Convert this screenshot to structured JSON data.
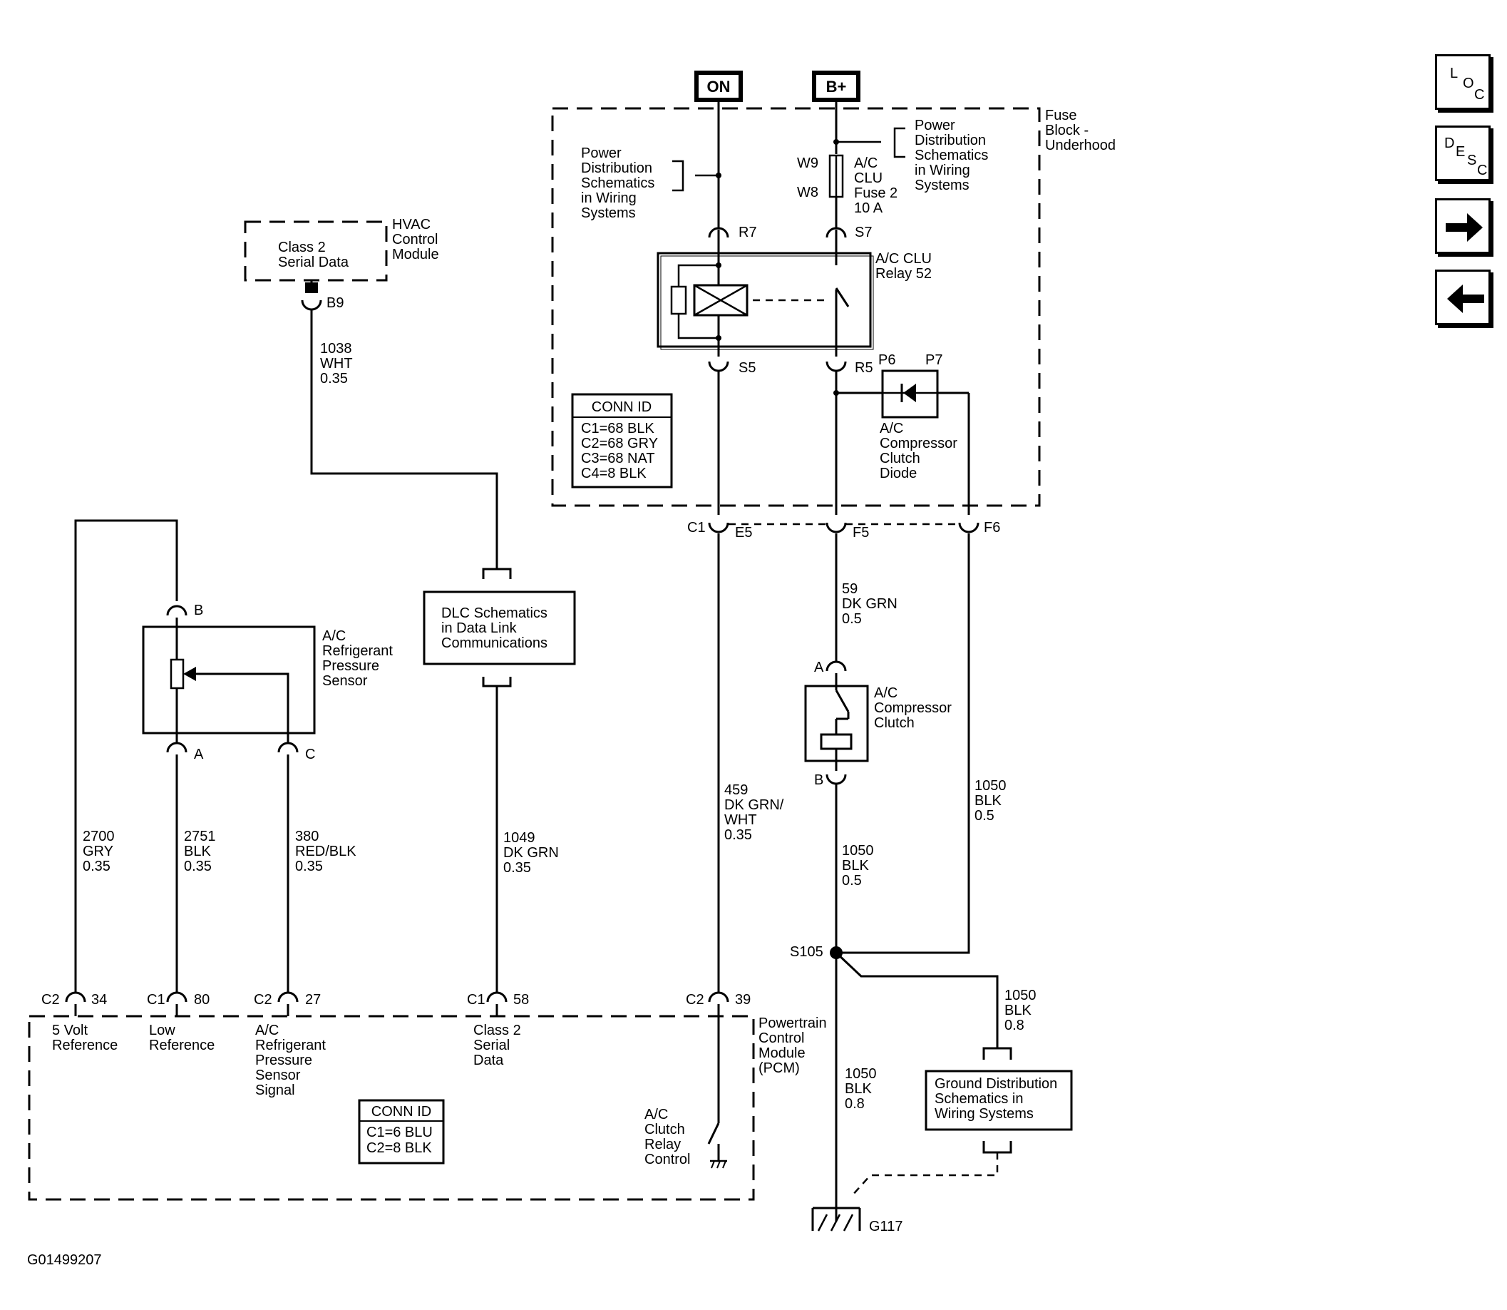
{
  "nav": {
    "loc": {
      "l1": "L",
      "l2": "O",
      "l3": "C"
    },
    "desc": {
      "l1": "D",
      "l2": "E",
      "l3": "S",
      "l4": "C"
    }
  },
  "power": {
    "on": "ON",
    "bplus": "B+"
  },
  "fuse_block": {
    "title": [
      "Fuse",
      "Block -",
      "Underhood"
    ],
    "pd_left": [
      "Power",
      "Distribution",
      "Schematics",
      "in Wiring",
      "Systems"
    ],
    "pd_right": [
      "Power",
      "Distribution",
      "Schematics",
      "in Wiring",
      "Systems"
    ],
    "w9": "W9",
    "w8": "W8",
    "fuse_label": [
      "A/C",
      "CLU",
      "Fuse 2",
      "10 A"
    ],
    "r7": "R7",
    "s7": "S7",
    "s5": "S5",
    "r5": "R5",
    "p6": "P6",
    "p7": "P7",
    "relay_label": [
      "A/C CLU",
      "Relay 52"
    ],
    "diode_label": [
      "A/C",
      "Compressor",
      "Clutch",
      "Diode"
    ],
    "conn_id": {
      "title": "CONN ID",
      "rows": [
        "C1=68 BLK",
        "C2=68 GRY",
        "C3=68 NAT",
        "C4=8 BLK"
      ]
    },
    "c1": "C1",
    "e5": "E5",
    "f5": "F5",
    "f6": "F6"
  },
  "hvac": {
    "box_text": [
      "Class 2",
      "Serial Data"
    ],
    "label": [
      "HVAC",
      "Control",
      "Module"
    ],
    "pin": "B9"
  },
  "wires": {
    "w1038": [
      "1038",
      "WHT",
      "0.35"
    ],
    "w2700": [
      "2700",
      "GRY",
      "0.35"
    ],
    "w2751": [
      "2751",
      "BLK",
      "0.35"
    ],
    "w380": [
      "380",
      "RED/BLK",
      "0.35"
    ],
    "w1049": [
      "1049",
      "DK GRN",
      "0.35"
    ],
    "w459": [
      "459",
      "DK GRN/",
      "WHT",
      "0.35"
    ],
    "w59": [
      "59",
      "DK GRN",
      "0.5"
    ],
    "w1050a": [
      "1050",
      "BLK",
      "0.5"
    ],
    "w1050b": [
      "1050",
      "BLK",
      "0.5"
    ],
    "w1050c": [
      "1050",
      "BLK",
      "0.8"
    ],
    "w1050d": [
      "1050",
      "BLK",
      "0.8"
    ]
  },
  "sensor": {
    "label": [
      "A/C",
      "Refrigerant",
      "Pressure",
      "Sensor"
    ],
    "b": "B",
    "a": "A",
    "c": "C"
  },
  "dlc": {
    "text": [
      "DLC Schematics",
      "in Data Link",
      "Communications"
    ]
  },
  "clutch": {
    "label": [
      "A/C",
      "Compressor",
      "Clutch"
    ],
    "a": "A",
    "b": "B"
  },
  "splice": "S105",
  "ground_dist": [
    "Ground Distribution",
    "Schematics in",
    "Wiring Systems"
  ],
  "ground": "G117",
  "pcm": {
    "label": [
      "Powertrain",
      "Control",
      "Module",
      "(PCM)"
    ],
    "pins": [
      {
        "conn": "C2",
        "pin": "34"
      },
      {
        "conn": "C1",
        "pin": "80"
      },
      {
        "conn": "C2",
        "pin": "27"
      },
      {
        "conn": "C1",
        "pin": "58"
      },
      {
        "conn": "C2",
        "pin": "39"
      }
    ],
    "sig_5v": [
      "5 Volt",
      "Reference"
    ],
    "sig_low": [
      "Low",
      "Reference"
    ],
    "sig_acr": [
      "A/C",
      "Refrigerant",
      "Pressure",
      "Sensor",
      "Signal"
    ],
    "sig_cls2": [
      "Class 2",
      "Serial",
      "Data"
    ],
    "sig_relay": [
      "A/C",
      "Clutch",
      "Relay",
      "Control"
    ],
    "conn_id": {
      "title": "CONN ID",
      "rows": [
        "C1=6 BLU",
        "C2=8 BLK"
      ]
    }
  },
  "figure_id": "G01499207"
}
